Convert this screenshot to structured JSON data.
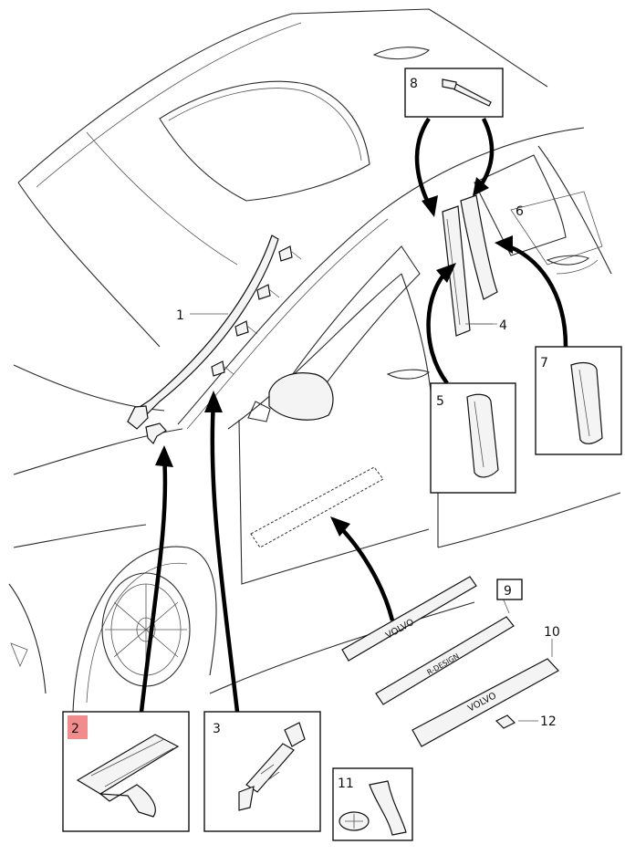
{
  "callouts": {
    "c1": "1",
    "c2": "2",
    "c3": "3",
    "c4": "4",
    "c5": "5",
    "c6": "6",
    "c7": "7",
    "c8": "8",
    "c9": "9",
    "c10": "10",
    "c11": "11",
    "c12": "12"
  },
  "sill_text": {
    "brand": "VOLVO",
    "design": "R-DESIGN",
    "brand_rev": "VOLVO"
  },
  "colors": {
    "highlight_box": "#f28b8b",
    "ink": "#111111"
  }
}
